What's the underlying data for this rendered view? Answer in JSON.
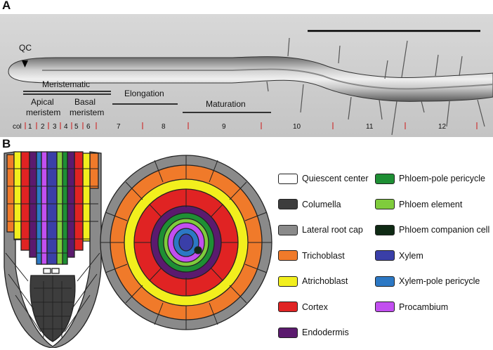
{
  "panels": {
    "a": "A",
    "b": "B"
  },
  "photo": {
    "qc_label": "QC",
    "zones": {
      "meristematic": "Meristematic",
      "apical": [
        "Apical",
        "meristem"
      ],
      "basal": [
        "Basal",
        "meristem"
      ],
      "elongation": "Elongation",
      "maturation": "Maturation"
    },
    "col_prefix": "col",
    "col_numbers": [
      "1",
      "2",
      "3",
      "4",
      "5",
      "6",
      "7",
      "8",
      "9",
      "10",
      "11",
      "12"
    ]
  },
  "legend": [
    {
      "label": "Quiescent center",
      "color": "#ffffff"
    },
    {
      "label": "Columella",
      "color": "#3d3d3d"
    },
    {
      "label": "Lateral root cap",
      "color": "#8a8a8a"
    },
    {
      "label": "Trichoblast",
      "color": "#f07a2a"
    },
    {
      "label": "Atrichoblast",
      "color": "#f2ef1d"
    },
    {
      "label": "Cortex",
      "color": "#e02323"
    },
    {
      "label": "Endodermis",
      "color": "#5b1a6e"
    },
    {
      "label": "Phloem-pole pericycle",
      "color": "#1e8f34"
    },
    {
      "label": "Phloem element",
      "color": "#7fcc3c"
    },
    {
      "label": "Phloem companion cell",
      "color": "#0f2a14"
    },
    {
      "label": "Xylem",
      "color": "#3a3fa8"
    },
    {
      "label": "Xylem-pole pericycle",
      "color": "#2c78c4"
    },
    {
      "label": "Procambium",
      "color": "#c24ff0"
    }
  ]
}
